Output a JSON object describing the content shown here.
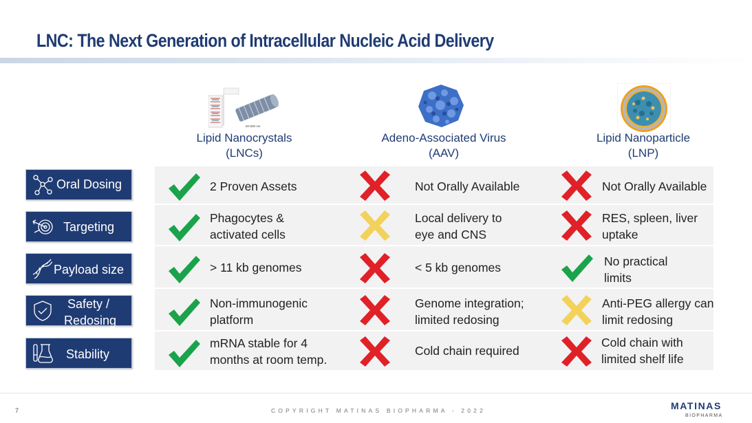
{
  "title": "LNC: The Next Generation of Intracellular Nucleic Acid Delivery",
  "columns": [
    {
      "line1": "Lipid Nanocrystals",
      "line2": "(LNCs)",
      "illustration": "lipid-nanocrystal-illustration"
    },
    {
      "line1": "Adeno-Associated Virus",
      "line2": "(AAV)",
      "illustration": "aav-virus-illustration"
    },
    {
      "line1": "Lipid Nanoparticle",
      "line2": "(LNP)",
      "illustration": "lipid-nanoparticle-illustration"
    }
  ],
  "illustration_caption": "50-500 nm",
  "rows": [
    {
      "category": "Oral Dosing",
      "icon": "molecule-network-icon",
      "cells": [
        {
          "mark": "check",
          "text1": "2 Proven Assets",
          "text2": ""
        },
        {
          "mark": "cross",
          "text1": "Not Orally Available",
          "text2": ""
        },
        {
          "mark": "cross",
          "text1": "Not Orally Available",
          "text2": ""
        }
      ]
    },
    {
      "category": "Targeting",
      "icon": "target-arrow-icon",
      "cells": [
        {
          "mark": "check",
          "text1": "Phagocytes &",
          "text2": "activated cells"
        },
        {
          "mark": "partial",
          "text1": "Local delivery to",
          "text2": "eye and CNS"
        },
        {
          "mark": "cross",
          "text1": "RES, spleen, liver",
          "text2": "uptake"
        }
      ]
    },
    {
      "category": "Payload size",
      "icon": "dna-helix-icon",
      "cells": [
        {
          "mark": "check",
          "text1": "> 11 kb genomes",
          "text2": ""
        },
        {
          "mark": "cross",
          "text1": "< 5 kb genomes",
          "text2": ""
        },
        {
          "mark": "check",
          "text1": "No practical",
          "text2": "limits"
        }
      ]
    },
    {
      "category_line1": "Safety /",
      "category_line2": "Redosing",
      "icon": "shield-check-icon",
      "cells": [
        {
          "mark": "check",
          "text1": "Non-immunogenic",
          "text2": "platform"
        },
        {
          "mark": "cross",
          "text1": "Genome integration;",
          "text2": "limited redosing"
        },
        {
          "mark": "partial",
          "text1": "Anti-PEG allergy can",
          "text2": "limit redosing"
        }
      ]
    },
    {
      "category": "Stability",
      "icon": "flask-icon",
      "cells": [
        {
          "mark": "check",
          "text1": "mRNA stable for 4",
          "text2": "months at room temp."
        },
        {
          "mark": "cross",
          "text1": "Cold chain required",
          "text2": ""
        },
        {
          "mark": "cross",
          "text1": "Cold chain with",
          "text2": "limited shelf life"
        }
      ]
    }
  ],
  "colors": {
    "title": "#1f3b73",
    "check": "#1aa34a",
    "cross": "#e02128",
    "partial": "#f2d25a",
    "category_bg": "#1f3b73",
    "row_bg": "#f2f2f2"
  },
  "footer": {
    "page": "7",
    "copyright": "COPYRIGHT MATINAS BIOPHARMA - 2022",
    "logo": "MATINAS",
    "logo_sub": "BIOPHARMA"
  }
}
